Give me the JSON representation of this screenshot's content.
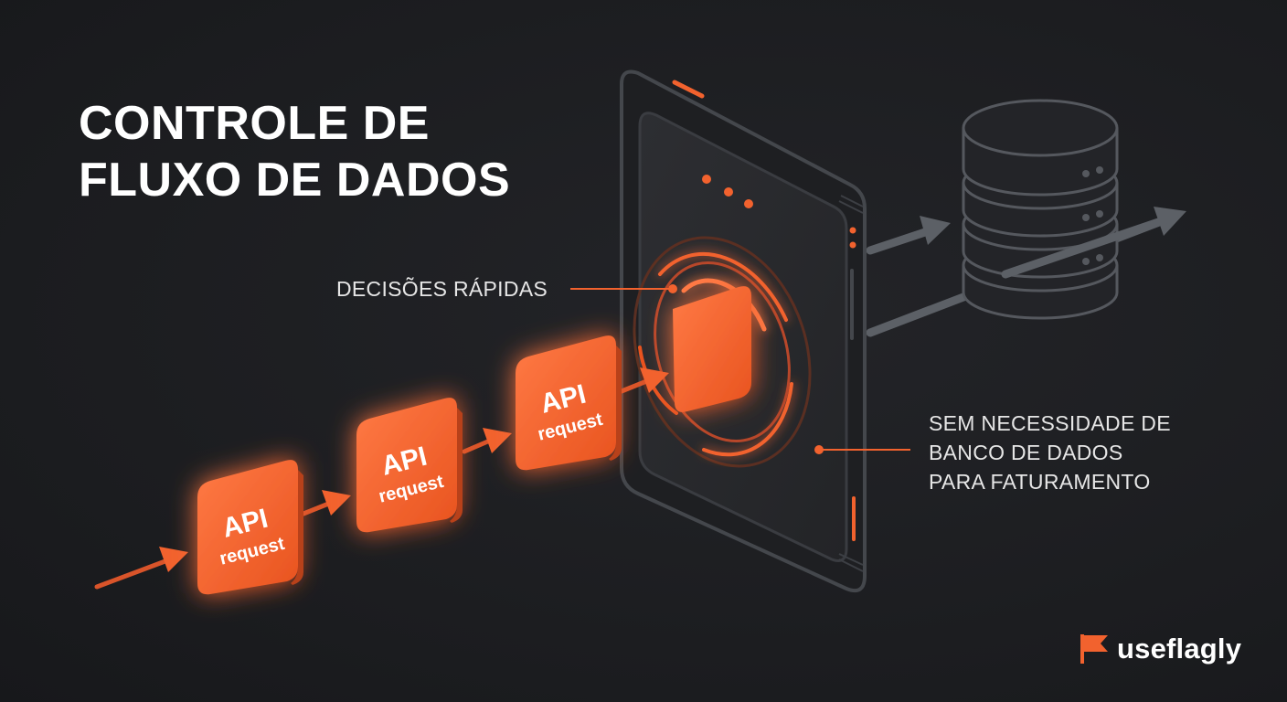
{
  "title": {
    "line1": "CONTROLE DE",
    "line2": "FLUXO DE DADOS"
  },
  "labels": {
    "fast_decisions": "DECISÕES RÁPIDAS",
    "no_database": {
      "line1": "SEM NECESSIDADE DE",
      "line2": "BANCO DE DADOS",
      "line3": "PARA FATURAMENTO"
    }
  },
  "requests": [
    {
      "top": "API",
      "bottom": "request"
    },
    {
      "top": "API",
      "bottom": "request"
    },
    {
      "top": "API",
      "bottom": "request"
    }
  ],
  "icons": {
    "device": "server-device-icon",
    "database": "database-icon",
    "logo": "flag-icon"
  },
  "brand": {
    "name": "useflagly"
  },
  "colors": {
    "accent": "#f2622e",
    "background": "#1c1d20",
    "outline": "#56595f",
    "text": "#ffffff"
  }
}
